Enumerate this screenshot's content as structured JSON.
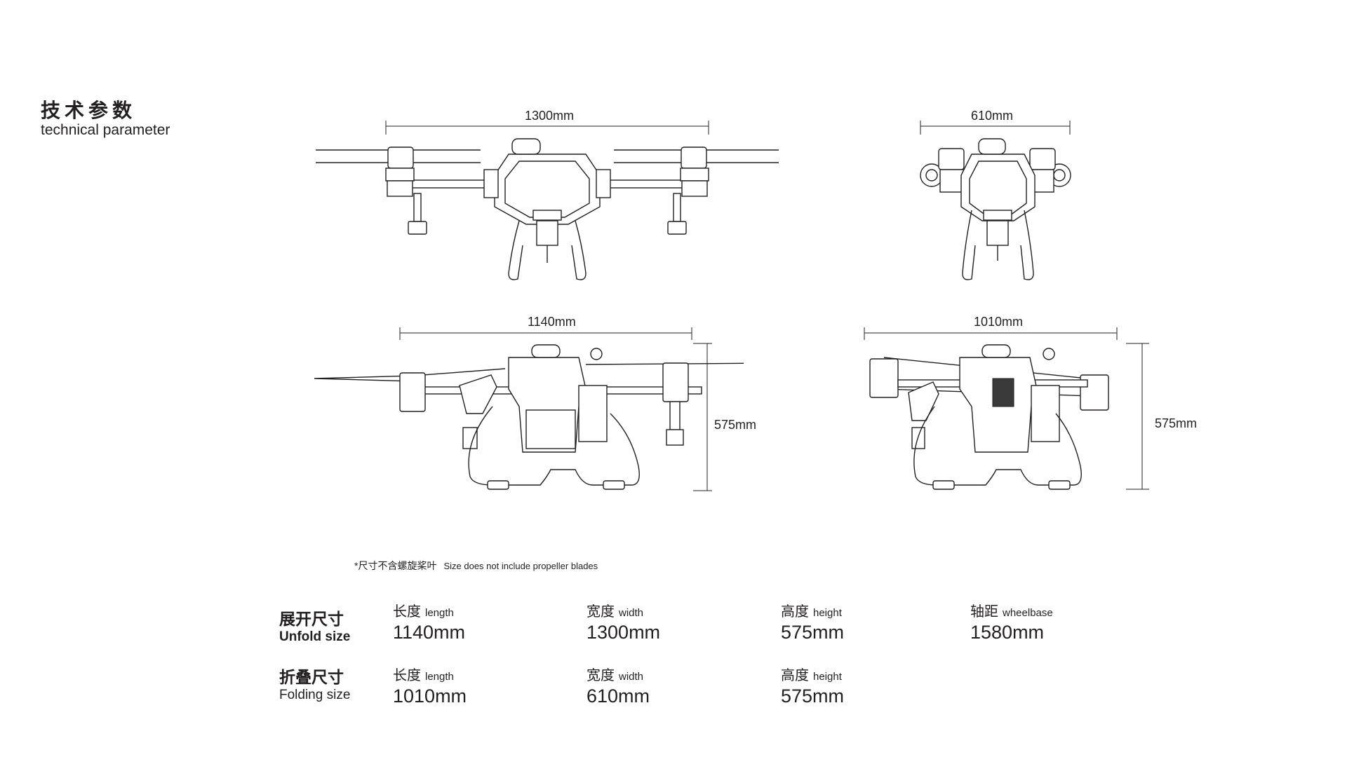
{
  "header": {
    "title_cn": "技术参数",
    "title_en": "technical parameter"
  },
  "dimensions": {
    "front_unfold_width": "1300mm",
    "front_fold_width": "610mm",
    "side_unfold_length": "1140mm",
    "side_fold_length": "1010mm",
    "side_unfold_height": "575mm",
    "side_fold_height": "575mm"
  },
  "note": {
    "cn": "*尺寸不含螺旋桨叶",
    "en": "Size does not include propeller blades"
  },
  "specs": {
    "unfold": {
      "title_cn": "展开尺寸",
      "title_en": "Unfold size",
      "length_cn": "长度",
      "length_en": "length",
      "length_value": "1140mm",
      "width_cn": "宽度",
      "width_en": "width",
      "width_value": "1300mm",
      "height_cn": "高度",
      "height_en": "height",
      "height_value": "575mm",
      "wheelbase_cn": "轴距",
      "wheelbase_en": "wheelbase",
      "wheelbase_value": "1580mm"
    },
    "fold": {
      "title_cn": "折叠尺寸",
      "title_en": "Folding size",
      "length_cn": "长度",
      "length_en": "length",
      "length_value": "1010mm",
      "width_cn": "宽度",
      "width_en": "width",
      "width_value": "610mm",
      "height_cn": "高度",
      "height_en": "height",
      "height_value": "575mm"
    }
  }
}
